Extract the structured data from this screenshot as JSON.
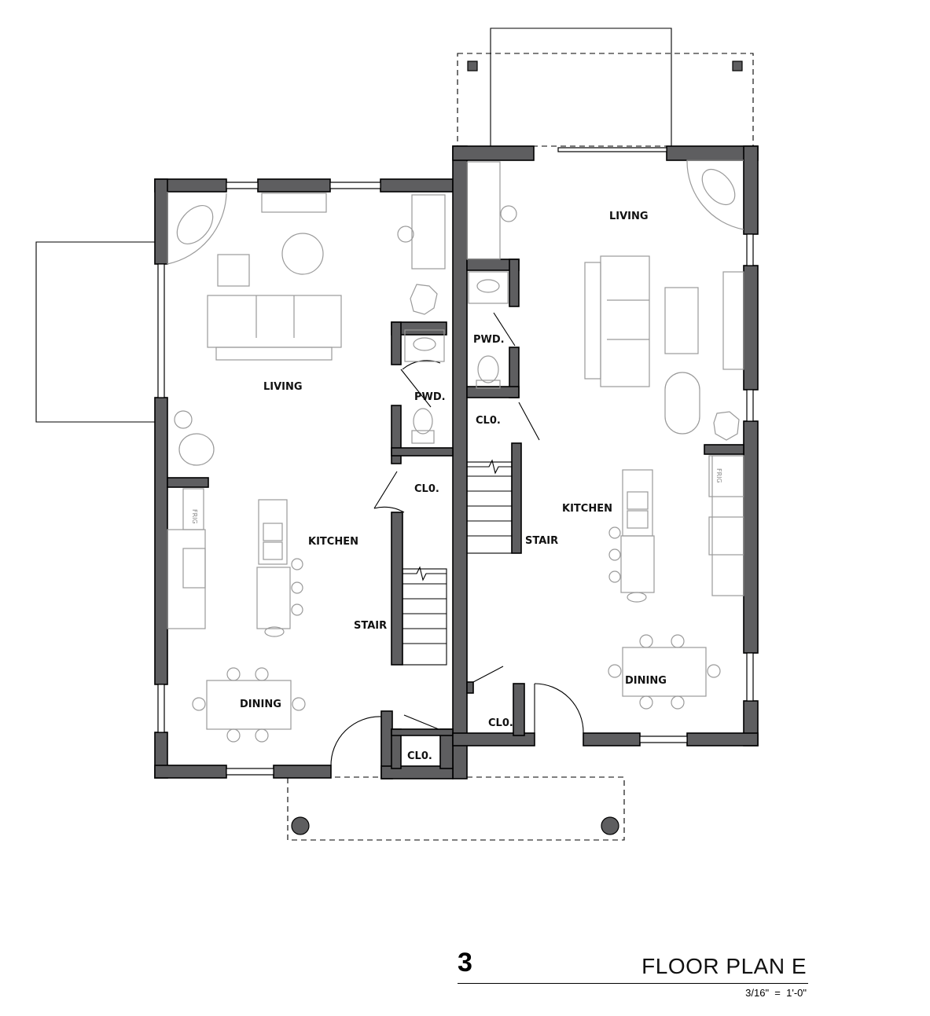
{
  "rooms": {
    "left": {
      "living": "LIVING",
      "kitchen": "KITCHEN",
      "dining": "DINING",
      "stair": "STAIR",
      "powder": "PWD.",
      "closet_upper": "CL0.",
      "closet_entry": "CL0."
    },
    "right": {
      "living": "LIVING",
      "kitchen": "KITCHEN",
      "dining": "DINING",
      "stair": "STAIR",
      "powder": "PWD.",
      "closet_upper": "CL0.",
      "closet_entry": "CL0."
    }
  },
  "appliance_labels": {
    "left_fridge": "FRIG",
    "right_fridge": "FRIG"
  },
  "title_block": {
    "sheet_number": "3",
    "title": "FLOOR PLAN E",
    "scale": "3/16\"  =  1'-0\""
  },
  "colors": {
    "wall_fill": "#5e5e60",
    "furniture_line": "#9a9a9a",
    "line": "#000000"
  }
}
